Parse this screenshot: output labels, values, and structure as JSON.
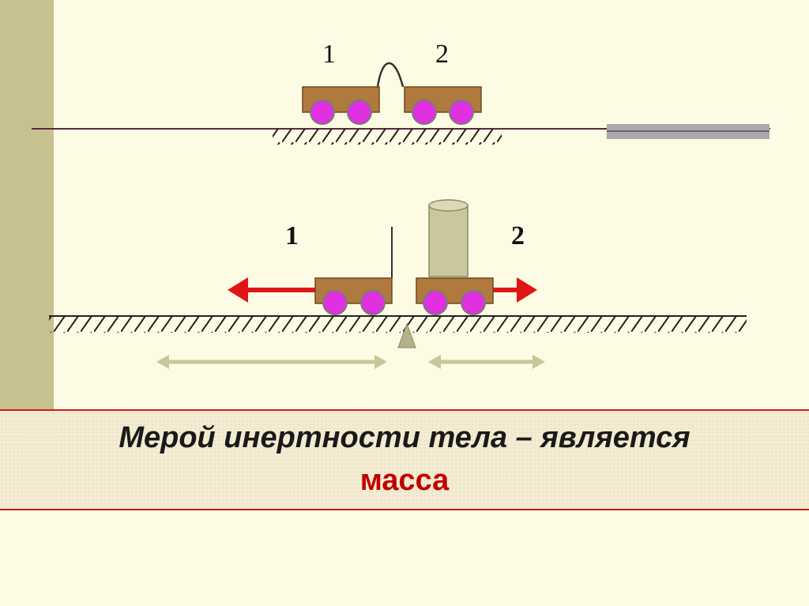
{
  "top_scene": {
    "cart_1_label": "1",
    "cart_2_label": "2"
  },
  "bottom_scene": {
    "cart_1_label": "1",
    "cart_2_label": "2"
  },
  "caption": {
    "line1": "Мерой инертности тела – является",
    "line2": "масса"
  },
  "colors": {
    "background": "#fdfbe3",
    "sidebar": "#c7c18f",
    "cart_body": "#b07a3e",
    "wheel": "#e030e0",
    "arrow": "#e01515",
    "distance_arrow": "#c9c79a",
    "weight": "#c9c79c",
    "banner_border": "#d01a1a"
  }
}
